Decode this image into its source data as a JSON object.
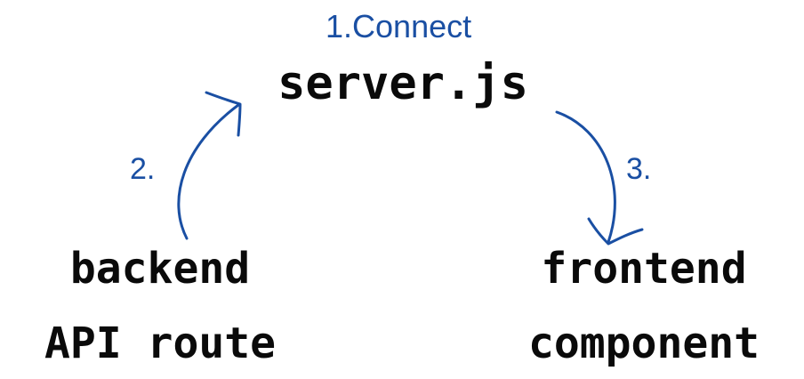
{
  "diagram": {
    "step1_label": "1.Connect",
    "center_node": "server.js",
    "step2_label": "2.",
    "step3_label": "3.",
    "left_node": {
      "line1": "backend",
      "line2": "API route"
    },
    "right_node": {
      "line1": "frontend",
      "line2": "component"
    }
  },
  "colors": {
    "accent": "#1a4fa3",
    "text": "#0a0a0a",
    "background": "#ffffff"
  }
}
